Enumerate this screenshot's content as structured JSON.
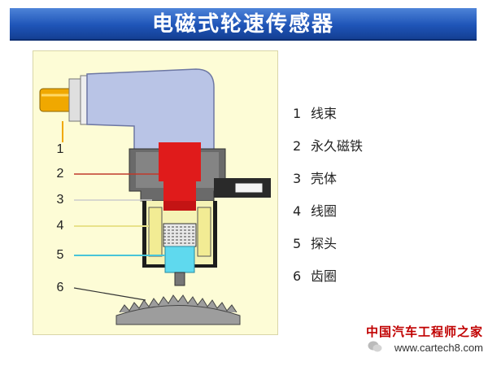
{
  "title": "电磁式轮速传感器",
  "callout_numbers": [
    "1",
    "2",
    "3",
    "4",
    "5",
    "6"
  ],
  "legend": [
    {
      "num": "1",
      "label": "线束"
    },
    {
      "num": "2",
      "label": "永久磁铁"
    },
    {
      "num": "3",
      "label": "壳体"
    },
    {
      "num": "4",
      "label": "线圈"
    },
    {
      "num": "5",
      "label": "探头"
    },
    {
      "num": "6",
      "label": "齿圈"
    }
  ],
  "watermark": {
    "name": "中国汽车工程师之家",
    "url": "www.cartech8.com"
  },
  "colors": {
    "banner": "#1f55b8",
    "panel": "#fdfcd6",
    "body": "#b9c4e6",
    "magnet": "#e01b1b",
    "probe": "#5fd9ee",
    "coil": "#f2ec94",
    "wire": "#f0a800"
  }
}
